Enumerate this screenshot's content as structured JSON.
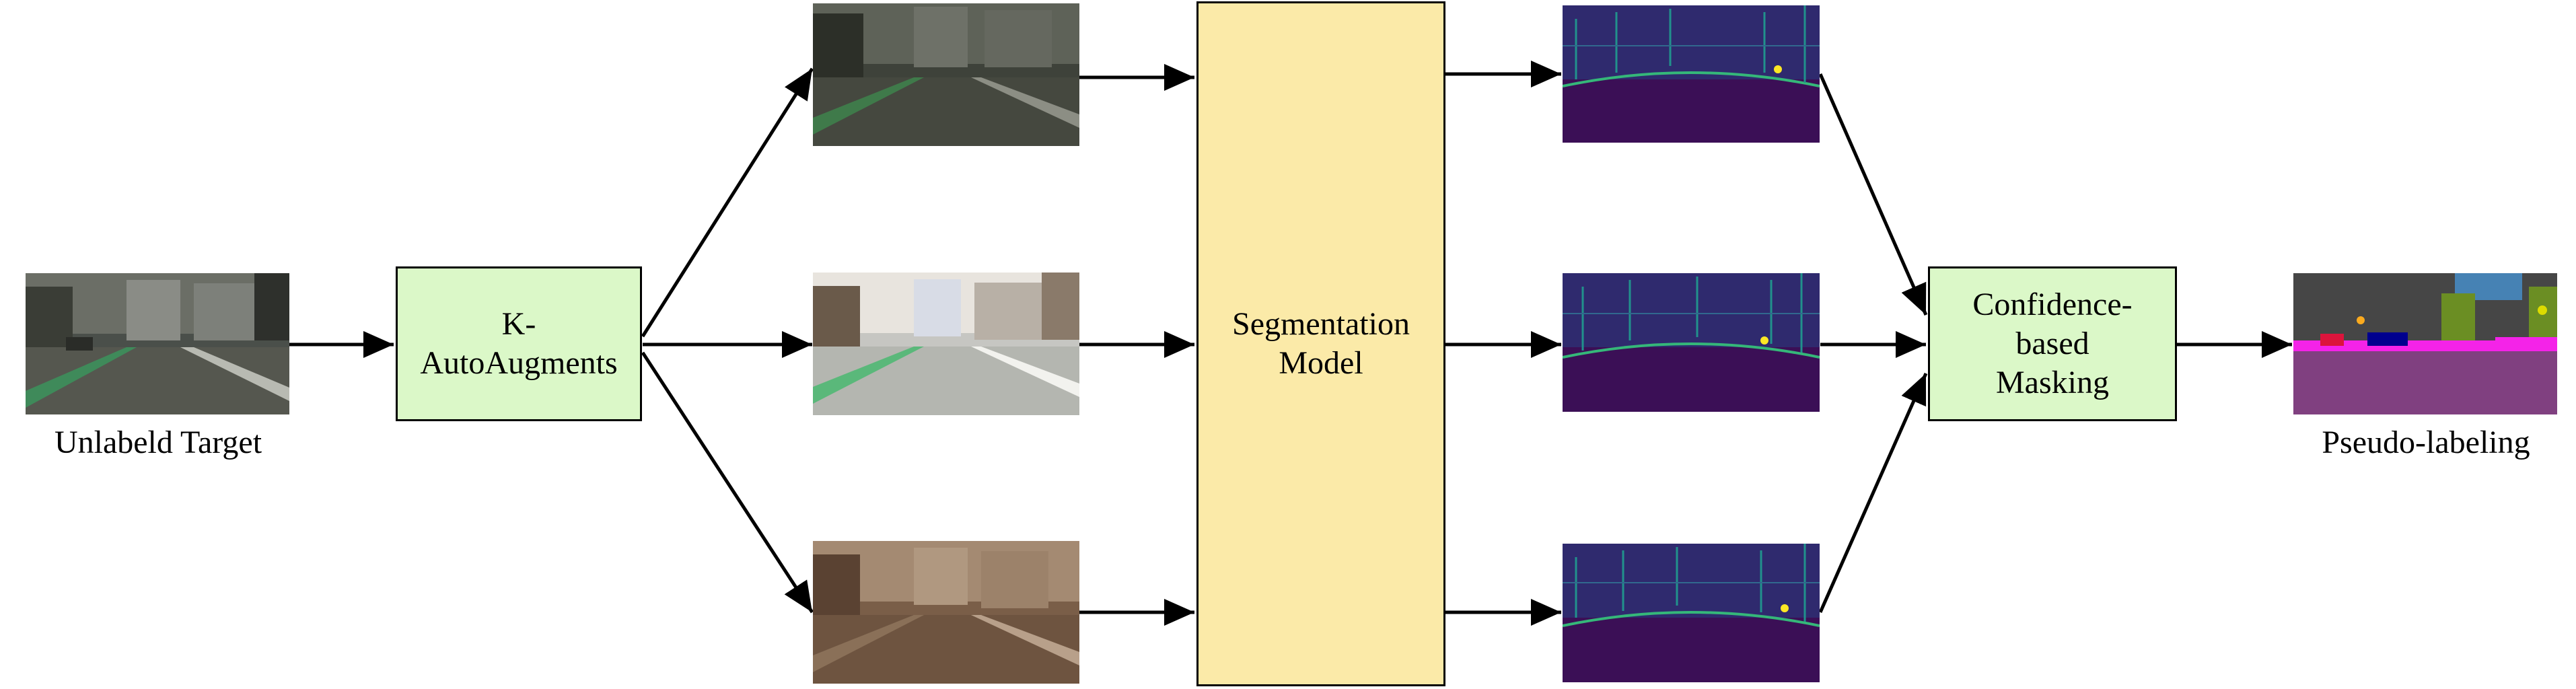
{
  "input": {
    "caption": "Unlabeld Target"
  },
  "k_autoaugments": {
    "line1": "K-",
    "line2": "AutoAugments"
  },
  "segmentation_model": {
    "line1": "Segmentation",
    "line2": "Model"
  },
  "confidence_masking": {
    "line1": "Confidence-",
    "line2": "based",
    "line3": "Masking"
  },
  "output": {
    "caption": "Pseudo-labeling"
  },
  "augmented_images": [
    {
      "variant": "dark-desaturated"
    },
    {
      "variant": "bright-washed"
    },
    {
      "variant": "sepia"
    }
  ],
  "confidence_maps": [
    {
      "colormap": "viridis"
    },
    {
      "colormap": "viridis"
    },
    {
      "colormap": "viridis"
    }
  ],
  "colors": {
    "green_box": "#dbf8c8",
    "yellow_box": "#fbeaa8",
    "arrow": "#000000"
  }
}
